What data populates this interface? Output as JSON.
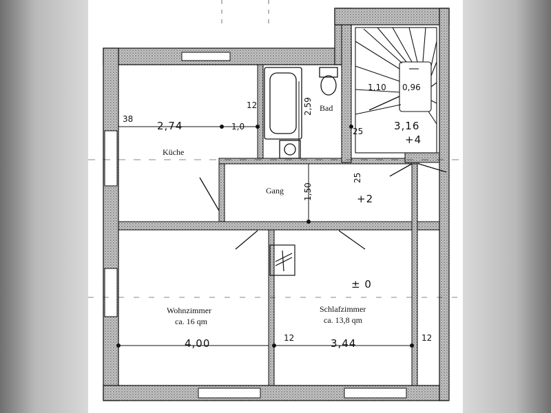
{
  "rooms": {
    "kueche": "Küche",
    "bad": "Bad",
    "gang": "Gang",
    "wohnzimmer": "Wohnzimmer",
    "wohnzimmer_area": "ca. 16 qm",
    "schlafzimmer": "Schlafzimmer",
    "schlafzimmer_area": "ca. 13,8 qm"
  },
  "dimensions": {
    "kueche_width": "2,74",
    "kueche_wall": "38",
    "kueche_opening": "1,0",
    "bad_wall": "12",
    "bad_length": "2,59",
    "bad_wall_bottom": "25",
    "gang_wall": "25",
    "gang_length": "1,50",
    "stair_a": "1,10",
    "stair_b": "0,96",
    "stair_width": "3,16",
    "wohn_width": "4,00",
    "wall_mid": "12",
    "schlaf_width": "3,44",
    "wall_right": "12"
  },
  "levels": {
    "stair": "+4",
    "gang": "+2",
    "schlaf": "± 0"
  },
  "colors": {
    "ink": "#111111",
    "wall_fill": "#bdbdbd",
    "paper": "#ffffff"
  }
}
